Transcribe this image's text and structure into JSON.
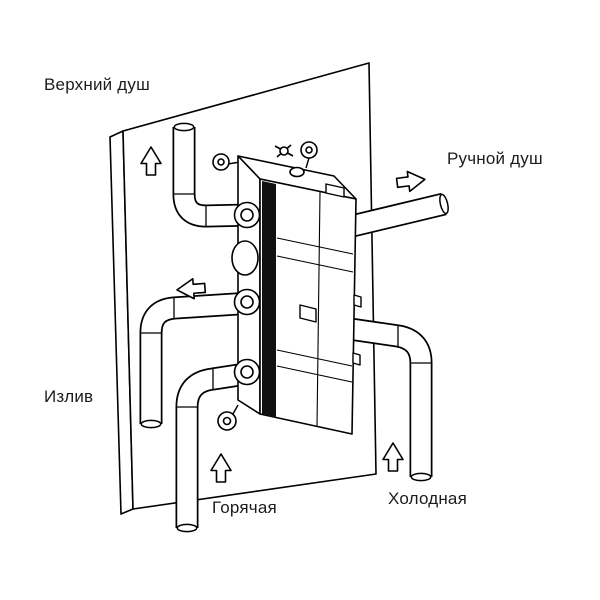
{
  "diagram": {
    "labels": {
      "top_shower": "Верхний душ",
      "hand_shower": "Ручной душ",
      "spout": "Излив",
      "hot_water": "Горячая",
      "cold_water": "Холодная"
    },
    "arrows": [
      {
        "name": "top-shower-flow-arrow",
        "direction": "up"
      },
      {
        "name": "hand-shower-flow-arrow",
        "direction": "right"
      },
      {
        "name": "spout-flow-arrow",
        "direction": "left"
      },
      {
        "name": "hot-water-flow-arrow",
        "direction": "up"
      },
      {
        "name": "cold-water-flow-arrow",
        "direction": "up"
      }
    ],
    "colors": {
      "line": "#000000",
      "background": "#ffffff",
      "valve_stripe": "#111111"
    }
  }
}
